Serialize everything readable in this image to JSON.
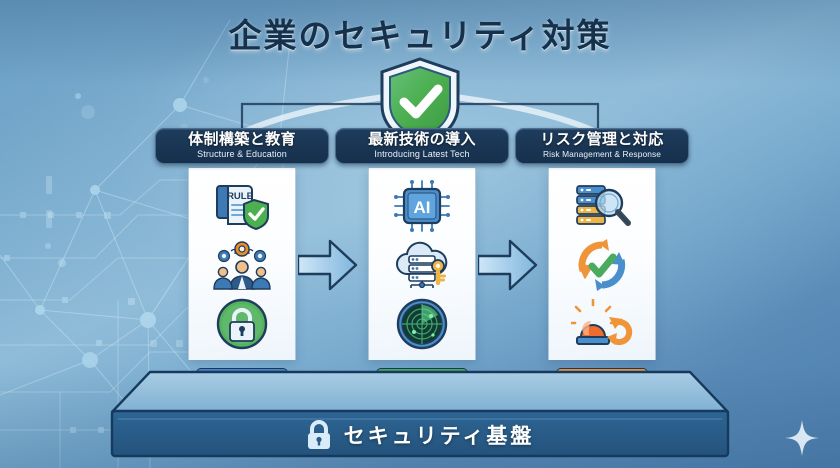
{
  "title": "企業のセキュリティ対策",
  "center_emblem": {
    "name": "shield-check",
    "shield_color": "#4caf50",
    "shield_border": "#1e3c5c",
    "check_color": "#ffffff"
  },
  "columns": [
    {
      "id": "structure-education",
      "heading_ja": "体制構築と教育",
      "heading_en": "Structure & Education",
      "accent": "#4a86c4",
      "pedestal_color": "#4a86c4",
      "icons": [
        {
          "name": "rulebook-shield-icon",
          "label": "RULE"
        },
        {
          "name": "people-gears-icon",
          "label": ""
        },
        {
          "name": "green-lock-icon",
          "label": ""
        }
      ]
    },
    {
      "id": "introducing-latest-tech",
      "heading_ja": "最新技術の導入",
      "heading_en": "Introducing Latest Tech",
      "accent": "#4aab5f",
      "pedestal_color": "#4aab5f",
      "icons": [
        {
          "name": "ai-chip-icon",
          "label": "AI"
        },
        {
          "name": "cloud-server-key-icon",
          "label": ""
        },
        {
          "name": "radar-scan-icon",
          "label": ""
        }
      ]
    },
    {
      "id": "risk-management-response",
      "heading_ja": "リスク管理と対応",
      "heading_en": "Risk Management & Response",
      "accent": "#f2933a",
      "pedestal_color": "#f2933a",
      "icons": [
        {
          "name": "server-magnifier-icon",
          "label": ""
        },
        {
          "name": "refresh-cycle-check-icon",
          "label": ""
        },
        {
          "name": "alarm-siren-icon",
          "label": ""
        }
      ]
    }
  ],
  "arrows": [
    {
      "name": "flow-arrow-1",
      "direction": "right",
      "color": "#9ecbe8"
    },
    {
      "name": "flow-arrow-2",
      "direction": "right",
      "color": "#9ecbe8"
    }
  ],
  "base": {
    "label": "セキュリティ基盤",
    "icon": "lock-icon",
    "color": "#2c5c8a"
  },
  "decor": {
    "sparkle": "four-point-star",
    "background": "circuit-network-gradient"
  }
}
